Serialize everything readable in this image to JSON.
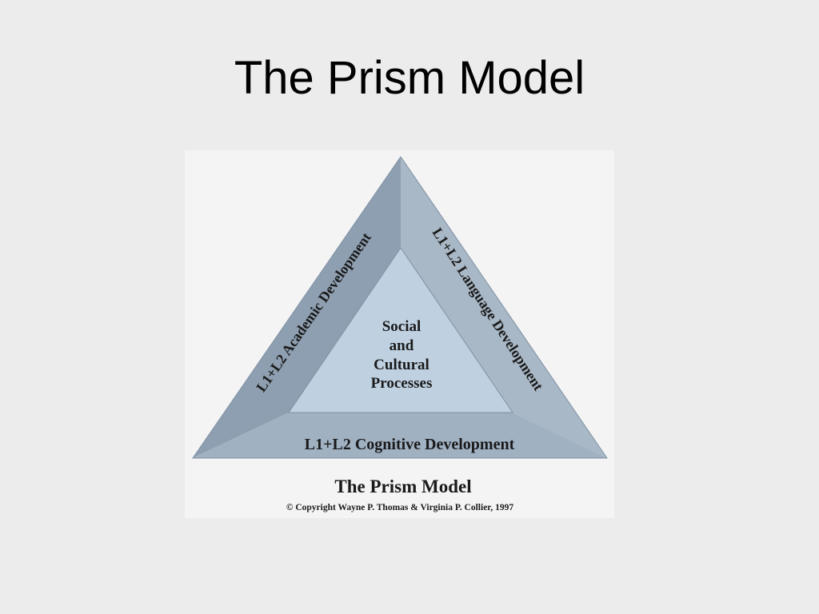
{
  "slide": {
    "title": "The Prism Model"
  },
  "figure": {
    "sides": {
      "left": "L1+L2 Academic Development",
      "right": "L1+L2 Language Development",
      "bottom": "L1+L2 Cognitive Development"
    },
    "center_lines": [
      "Social",
      "and",
      "Cultural",
      "Processes"
    ],
    "caption_title": "The Prism Model",
    "caption_copyright": "© Copyright Wayne P. Thomas & Virginia P. Collier, 1997"
  },
  "colors": {
    "background": "#ececec",
    "figure_background": "#f4f4f4",
    "left_face": "#8e9fb1",
    "right_face": "#a9b8c6",
    "bottom_face": "#a0b1c2",
    "center_face": "#bfd1e1",
    "text": "#1a1a1a"
  }
}
